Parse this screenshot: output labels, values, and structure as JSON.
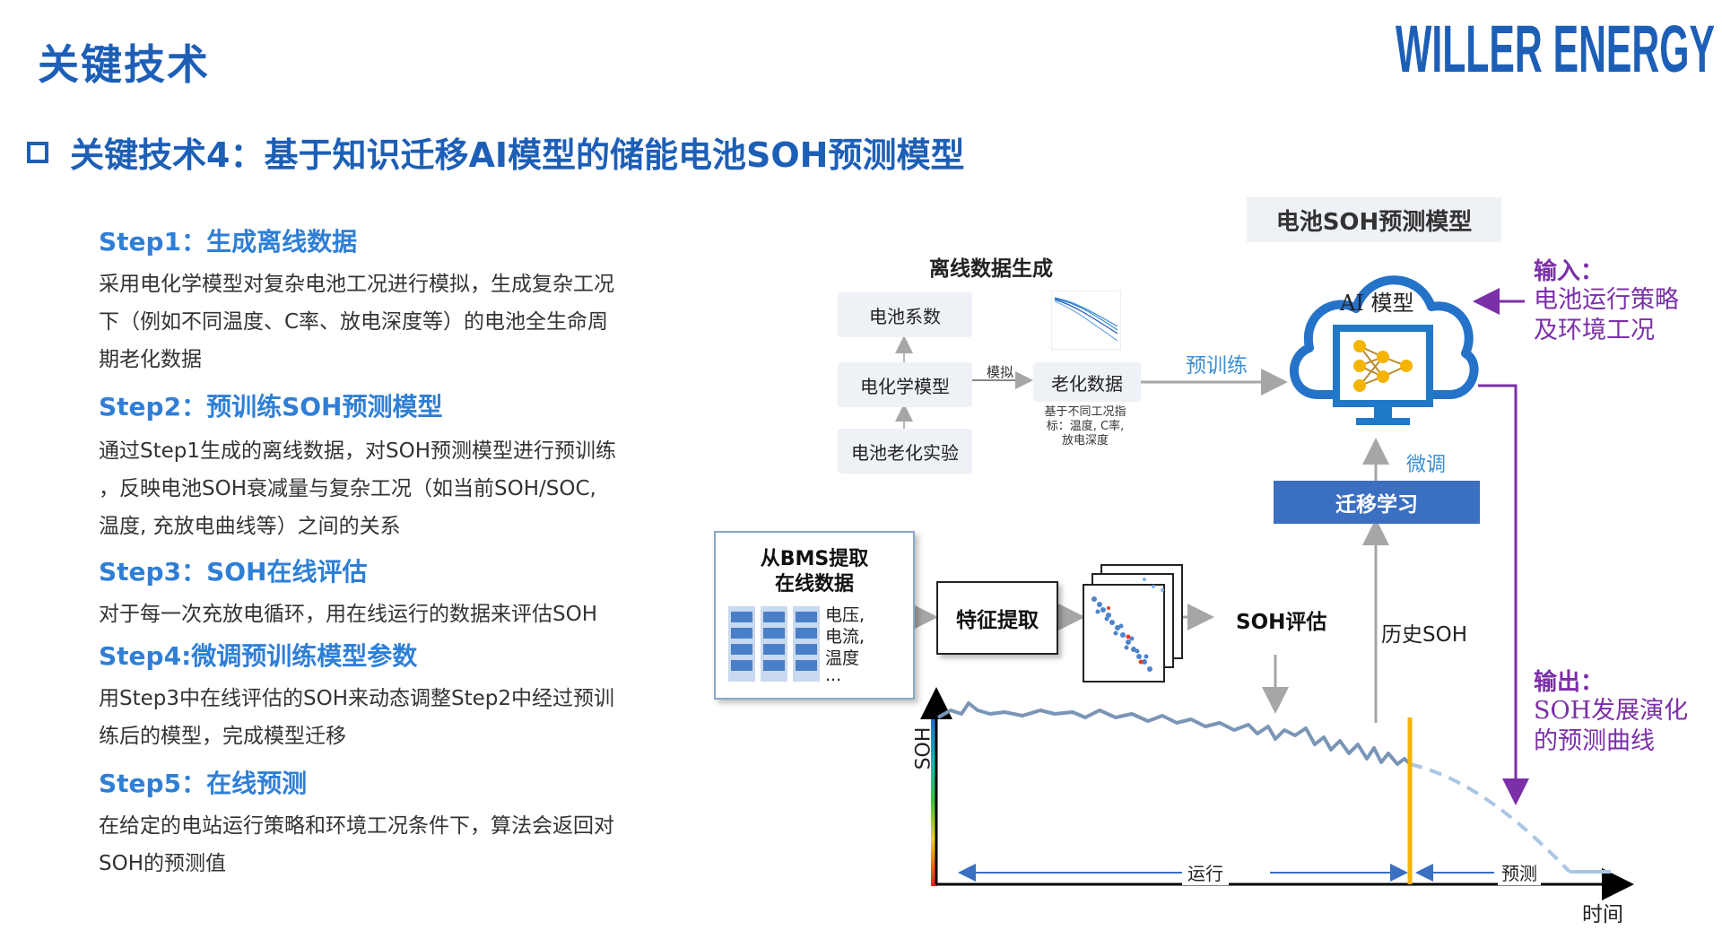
{
  "header": {
    "title": "关键技术",
    "logo_text": "WILLER ENERGY",
    "subtitle": "关键技术4：基于知识迁移AI模型的储能电池SOH预测模型"
  },
  "steps": [
    {
      "title": "Step1：生成离线数据",
      "lines": [
        "采用电化学模型对复杂电池工况进行模拟，生成复杂工况",
        "下（例如不同温度、C率、放电深度等）的电池全生命周",
        "期老化数据"
      ]
    },
    {
      "title": "Step2：预训练SOH预测模型",
      "lines": [
        "通过Step1生成的离线数据，对SOH预测模型进行预训练",
        "，反映电池SOH衰减量与复杂工况（如当前SOH/SOC,",
        "温度, 充放电曲线等）之间的关系"
      ]
    },
    {
      "title": "Step3：SOH在线评估",
      "lines": [
        "对于每一次充放电循环，用在线运行的数据来评估SOH"
      ]
    },
    {
      "title": "Step4:微调预训练模型参数",
      "lines": [
        "用Step3中在线评估的SOH来动态调整Step2中经过预训",
        "练后的模型，完成模型迁移"
      ]
    },
    {
      "title": "Step5：在线预测",
      "lines": [
        "在给定的电站运行策略和环境工况条件下，算法会返回对",
        "SOH的预测值"
      ]
    }
  ],
  "diagram": {
    "model_title": "电池SOH预测模型",
    "offline_title": "离线数据生成",
    "box_params": "电池系数",
    "box_echem": "电化学模型",
    "box_aging_exp": "电池老化实验",
    "box_aging_data": "老化数据",
    "label_simulate": "模拟",
    "label_conditions": [
      "基于不同工况指",
      "标：温度, C率,",
      "放电深度"
    ],
    "label_pretrain": "预训练",
    "ai_model": "AI 模型",
    "input_title": "输入：",
    "input_lines": [
      "电池运行策略",
      "及环境工况"
    ],
    "finetune": "微调",
    "transfer": "迁移学习",
    "bms_title": [
      "从BMS提取",
      "在线数据"
    ],
    "bms_items": [
      "电压,",
      "电流,",
      "温度",
      "..."
    ],
    "feature": "特征提取",
    "soh_eval": "SOH评估",
    "history_soh": "历史SOH",
    "output_title": "输出：",
    "output_lines": [
      "SOH发展演化",
      "的预测曲线"
    ],
    "yaxis": "SOH",
    "xaxis": "时间",
    "run": "运行",
    "predict": "预测"
  },
  "colors": {
    "brand_blue": "#1d5fb6",
    "step_blue": "#2f7fd6",
    "purple": "#7b2fa8",
    "transfer_blue": "#3a6fc2",
    "curve": "#7a95b6",
    "orange": "#f5b400"
  }
}
